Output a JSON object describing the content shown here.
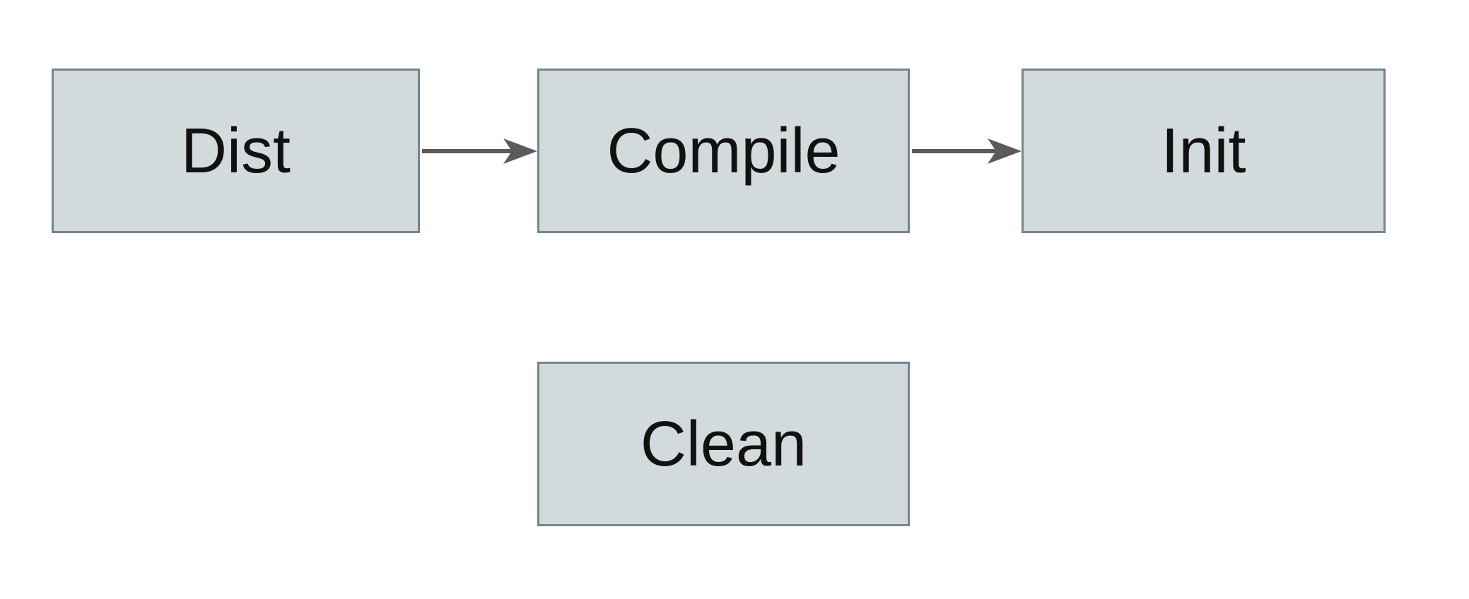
{
  "diagram": {
    "title": "build-targets-flow",
    "nodes": [
      {
        "id": "dist",
        "label": "Dist"
      },
      {
        "id": "compile",
        "label": "Compile"
      },
      {
        "id": "init",
        "label": "Init"
      },
      {
        "id": "clean",
        "label": "Clean"
      }
    ],
    "edges": [
      {
        "from": "dist",
        "to": "compile",
        "direction": "right"
      },
      {
        "from": "compile",
        "to": "init",
        "direction": "right"
      }
    ]
  },
  "colors": {
    "background": "#ffffff",
    "node_fill": "#d3dadc",
    "node_border": "#72868f",
    "arrow": "#5b5b5b",
    "label_text": "#111111"
  }
}
